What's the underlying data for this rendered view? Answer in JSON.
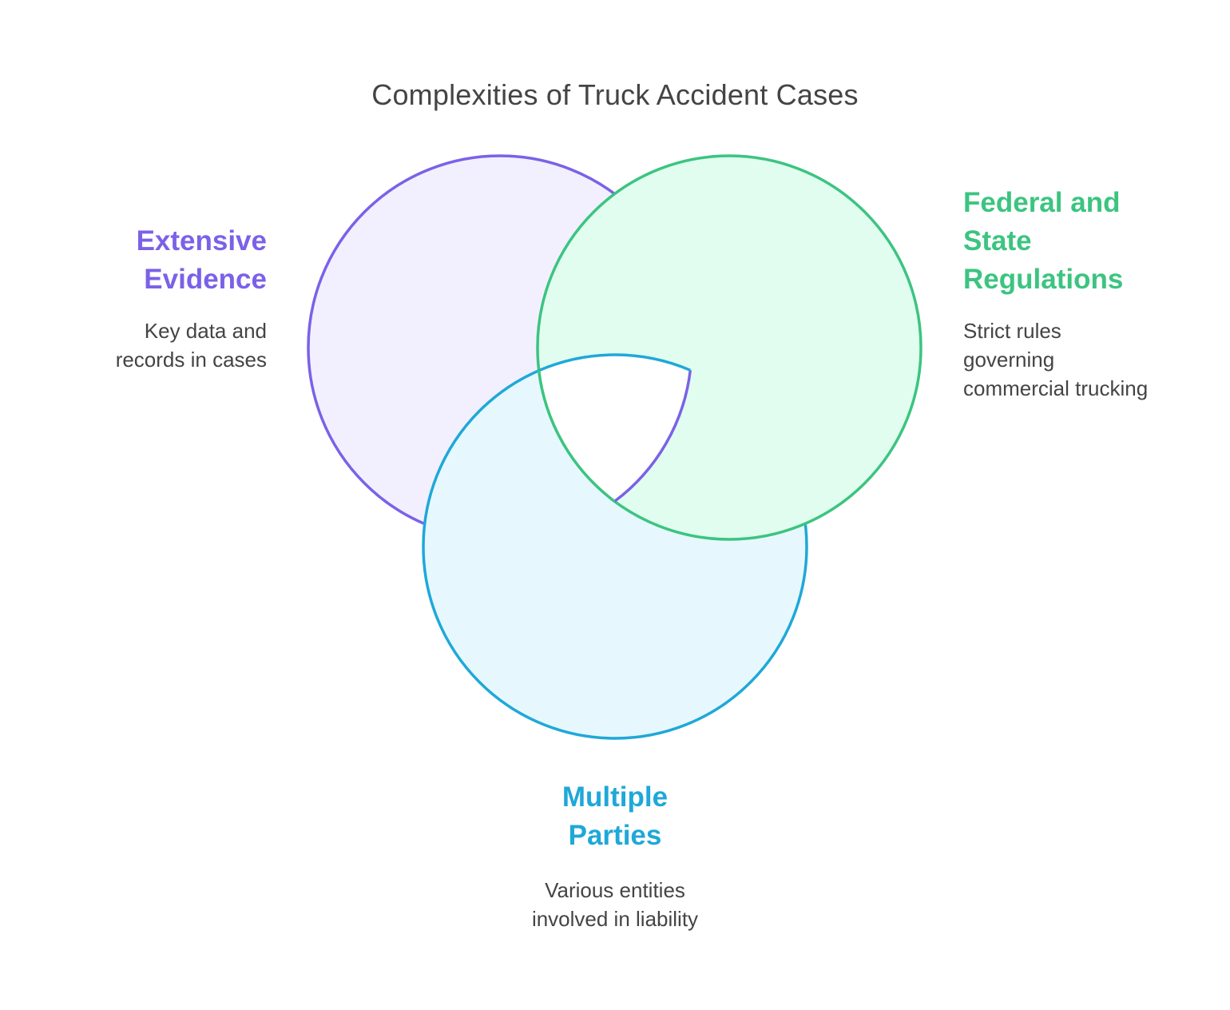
{
  "title": "Complexities of Truck Accident Cases",
  "colors": {
    "evidence_stroke": "#7B61E8",
    "evidence_fill": "#F2F0FE",
    "regulations_stroke": "#3CC480",
    "regulations_fill": "#E0FDF0",
    "parties_stroke": "#1FA8D8",
    "parties_fill": "#E6F8FE",
    "center_fill": "#FFFFFF",
    "text": "#444444"
  },
  "sets": [
    {
      "id": "evidence",
      "heading_lines": [
        "Extensive",
        "Evidence"
      ],
      "description_lines": [
        "Key data and",
        "records in cases"
      ]
    },
    {
      "id": "regulations",
      "heading_lines": [
        "Federal and",
        "State",
        "Regulations"
      ],
      "description_lines": [
        "Strict rules",
        "governing",
        "commercial trucking"
      ]
    },
    {
      "id": "parties",
      "heading_lines": [
        "Multiple",
        "Parties"
      ],
      "description_lines": [
        "Various entities",
        "involved in liability"
      ]
    }
  ]
}
